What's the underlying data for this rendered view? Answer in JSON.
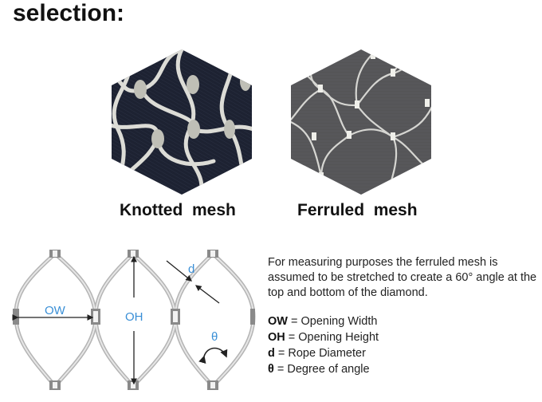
{
  "header": {
    "title": "selection:"
  },
  "products": [
    {
      "name": "Knotted  mesh",
      "image": "knotted-mesh-hexagon"
    },
    {
      "name": "Ferruled  mesh",
      "image": "ferruled-mesh-hexagon"
    }
  ],
  "diagram": {
    "labels": {
      "ow": "OW",
      "oh": "OH",
      "d": "d",
      "theta": "θ"
    }
  },
  "description": "For measuring purposes the ferruled mesh is assumed to be stretched to create a 60° angle at the top and bottom of the diamond.",
  "legend": [
    {
      "key": "OW",
      "value": " = Opening Width"
    },
    {
      "key": "OH",
      "value": " = Opening Height"
    },
    {
      "key": "d",
      "value": " = Rope Diameter"
    },
    {
      "key": "θ",
      "value": " = Degree of angle"
    }
  ],
  "colors": {
    "label_blue": "#3a8fd6",
    "knotted_bg": "#1c2130",
    "ferruled_bg": "#5a5a5c",
    "rope": "#d8d8d4"
  }
}
